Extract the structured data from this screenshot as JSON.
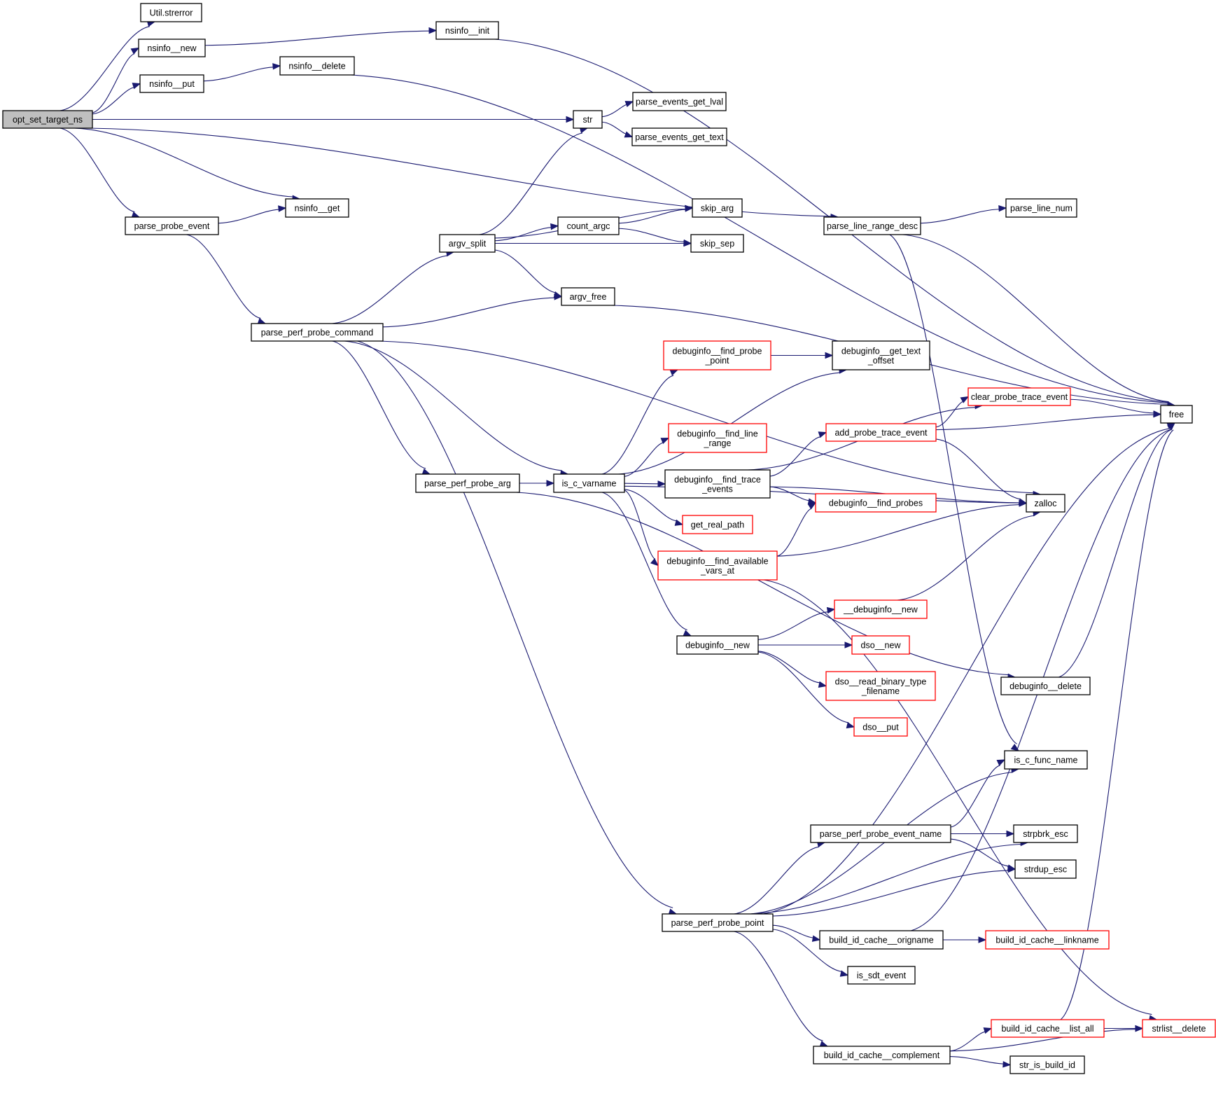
{
  "diagram": {
    "type": "call-graph",
    "edge_color": "#191970",
    "root_fill": "#bfbfbf",
    "highlight_border": "#ff0000",
    "nodes": [
      {
        "id": "opt_set_target_ns",
        "lines": [
          "opt_set_target_ns"
        ],
        "style": "root"
      },
      {
        "id": "Util_strerror",
        "lines": [
          "Util.strerror"
        ],
        "style": "normal"
      },
      {
        "id": "nsinfo__new",
        "lines": [
          "nsinfo__new"
        ],
        "style": "normal"
      },
      {
        "id": "nsinfo__put",
        "lines": [
          "nsinfo__put"
        ],
        "style": "normal"
      },
      {
        "id": "nsinfo__init",
        "lines": [
          "nsinfo__init"
        ],
        "style": "normal"
      },
      {
        "id": "nsinfo__delete",
        "lines": [
          "nsinfo__delete"
        ],
        "style": "normal"
      },
      {
        "id": "str",
        "lines": [
          "str"
        ],
        "style": "normal"
      },
      {
        "id": "parse_events_get_lval",
        "lines": [
          "parse_events_get_lval"
        ],
        "style": "normal"
      },
      {
        "id": "parse_events_get_text",
        "lines": [
          "parse_events_get_text"
        ],
        "style": "normal"
      },
      {
        "id": "nsinfo__get",
        "lines": [
          "nsinfo__get"
        ],
        "style": "normal"
      },
      {
        "id": "parse_probe_event",
        "lines": [
          "parse_probe_event"
        ],
        "style": "normal"
      },
      {
        "id": "skip_arg",
        "lines": [
          "skip_arg"
        ],
        "style": "normal"
      },
      {
        "id": "count_argc",
        "lines": [
          "count_argc"
        ],
        "style": "normal"
      },
      {
        "id": "skip_sep",
        "lines": [
          "skip_sep"
        ],
        "style": "normal"
      },
      {
        "id": "argv_split",
        "lines": [
          "argv_split"
        ],
        "style": "normal"
      },
      {
        "id": "argv_free",
        "lines": [
          "argv_free"
        ],
        "style": "normal"
      },
      {
        "id": "parse_line_range_desc",
        "lines": [
          "parse_line_range_desc"
        ],
        "style": "normal"
      },
      {
        "id": "parse_line_num",
        "lines": [
          "parse_line_num"
        ],
        "style": "normal"
      },
      {
        "id": "parse_perf_probe_command",
        "lines": [
          "parse_perf_probe_command"
        ],
        "style": "normal"
      },
      {
        "id": "debuginfo__find_probe_point",
        "lines": [
          "debuginfo__find_probe",
          "_point"
        ],
        "style": "red"
      },
      {
        "id": "debuginfo__get_text_offset",
        "lines": [
          "debuginfo__get_text",
          "_offset"
        ],
        "style": "normal"
      },
      {
        "id": "clear_probe_trace_event",
        "lines": [
          "clear_probe_trace_event"
        ],
        "style": "red"
      },
      {
        "id": "free",
        "lines": [
          "free"
        ],
        "style": "normal"
      },
      {
        "id": "add_probe_trace_event",
        "lines": [
          "add_probe_trace_event"
        ],
        "style": "red"
      },
      {
        "id": "debuginfo__find_line_range",
        "lines": [
          "debuginfo__find_line",
          "_range"
        ],
        "style": "red"
      },
      {
        "id": "parse_perf_probe_arg",
        "lines": [
          "parse_perf_probe_arg"
        ],
        "style": "normal"
      },
      {
        "id": "is_c_varname",
        "lines": [
          "is_c_varname"
        ],
        "style": "normal"
      },
      {
        "id": "debuginfo__find_trace_events",
        "lines": [
          "debuginfo__find_trace",
          "_events"
        ],
        "style": "normal"
      },
      {
        "id": "zalloc",
        "lines": [
          "zalloc"
        ],
        "style": "normal"
      },
      {
        "id": "debuginfo__find_probes",
        "lines": [
          "debuginfo__find_probes"
        ],
        "style": "red"
      },
      {
        "id": "get_real_path",
        "lines": [
          "get_real_path"
        ],
        "style": "red"
      },
      {
        "id": "debuginfo__find_available_vars_at",
        "lines": [
          "debuginfo__find_available",
          "_vars_at"
        ],
        "style": "red"
      },
      {
        "id": "__debuginfo__new",
        "lines": [
          "__debuginfo__new"
        ],
        "style": "red"
      },
      {
        "id": "debuginfo__new",
        "lines": [
          "debuginfo__new"
        ],
        "style": "normal"
      },
      {
        "id": "dso__new",
        "lines": [
          "dso__new"
        ],
        "style": "red"
      },
      {
        "id": "dso__read_binary_type_filename",
        "lines": [
          "dso__read_binary_type",
          "_filename"
        ],
        "style": "red"
      },
      {
        "id": "dso__put",
        "lines": [
          "dso__put"
        ],
        "style": "red"
      },
      {
        "id": "debuginfo__delete",
        "lines": [
          "debuginfo__delete"
        ],
        "style": "normal"
      },
      {
        "id": "is_c_func_name",
        "lines": [
          "is_c_func_name"
        ],
        "style": "normal"
      },
      {
        "id": "parse_perf_probe_event_name",
        "lines": [
          "parse_perf_probe_event_name"
        ],
        "style": "normal"
      },
      {
        "id": "strpbrk_esc",
        "lines": [
          "strpbrk_esc"
        ],
        "style": "normal"
      },
      {
        "id": "strdup_esc",
        "lines": [
          "strdup_esc"
        ],
        "style": "normal"
      },
      {
        "id": "parse_perf_probe_point",
        "lines": [
          "parse_perf_probe_point"
        ],
        "style": "normal"
      },
      {
        "id": "build_id_cache__origname",
        "lines": [
          "build_id_cache__origname"
        ],
        "style": "normal"
      },
      {
        "id": "build_id_cache__linkname",
        "lines": [
          "build_id_cache__linkname"
        ],
        "style": "red"
      },
      {
        "id": "is_sdt_event",
        "lines": [
          "is_sdt_event"
        ],
        "style": "normal"
      },
      {
        "id": "build_id_cache__list_all",
        "lines": [
          "build_id_cache__list_all"
        ],
        "style": "red"
      },
      {
        "id": "strlist__delete",
        "lines": [
          "strlist__delete"
        ],
        "style": "red"
      },
      {
        "id": "build_id_cache__complement",
        "lines": [
          "build_id_cache__complement"
        ],
        "style": "normal"
      },
      {
        "id": "str_is_build_id",
        "lines": [
          "str_is_build_id"
        ],
        "style": "normal"
      }
    ],
    "edges": [
      [
        "opt_set_target_ns",
        "Util_strerror"
      ],
      [
        "opt_set_target_ns",
        "nsinfo__new"
      ],
      [
        "opt_set_target_ns",
        "nsinfo__put"
      ],
      [
        "opt_set_target_ns",
        "str"
      ],
      [
        "opt_set_target_ns",
        "parse_line_range_desc"
      ],
      [
        "opt_set_target_ns",
        "nsinfo__get"
      ],
      [
        "opt_set_target_ns",
        "parse_probe_event"
      ],
      [
        "nsinfo__new",
        "nsinfo__init"
      ],
      [
        "nsinfo__put",
        "nsinfo__delete"
      ],
      [
        "nsinfo__init",
        "free"
      ],
      [
        "nsinfo__delete",
        "free"
      ],
      [
        "str",
        "parse_events_get_lval"
      ],
      [
        "str",
        "parse_events_get_text"
      ],
      [
        "parse_probe_event",
        "nsinfo__get"
      ],
      [
        "parse_probe_event",
        "parse_perf_probe_command"
      ],
      [
        "parse_perf_probe_command",
        "argv_split"
      ],
      [
        "parse_perf_probe_command",
        "argv_free"
      ],
      [
        "parse_perf_probe_command",
        "zalloc"
      ],
      [
        "parse_perf_probe_command",
        "is_c_varname"
      ],
      [
        "parse_perf_probe_command",
        "parse_perf_probe_arg"
      ],
      [
        "parse_perf_probe_command",
        "parse_perf_probe_point"
      ],
      [
        "argv_split",
        "str"
      ],
      [
        "argv_split",
        "skip_arg"
      ],
      [
        "argv_split",
        "count_argc"
      ],
      [
        "argv_split",
        "skip_sep"
      ],
      [
        "argv_split",
        "argv_free"
      ],
      [
        "count_argc",
        "skip_arg"
      ],
      [
        "count_argc",
        "skip_sep"
      ],
      [
        "argv_free",
        "free"
      ],
      [
        "parse_line_range_desc",
        "parse_line_num"
      ],
      [
        "parse_line_range_desc",
        "free"
      ],
      [
        "parse_line_range_desc",
        "is_c_func_name"
      ],
      [
        "parse_perf_probe_arg",
        "is_c_varname"
      ],
      [
        "parse_perf_probe_arg",
        "debuginfo__delete"
      ],
      [
        "is_c_varname",
        "debuginfo__find_probe_point"
      ],
      [
        "is_c_varname",
        "debuginfo__get_text_offset"
      ],
      [
        "is_c_varname",
        "debuginfo__find_line_range"
      ],
      [
        "is_c_varname",
        "debuginfo__find_trace_events"
      ],
      [
        "is_c_varname",
        "get_real_path"
      ],
      [
        "is_c_varname",
        "debuginfo__find_available_vars_at"
      ],
      [
        "is_c_varname",
        "debuginfo__new"
      ],
      [
        "is_c_varname",
        "zalloc"
      ],
      [
        "debuginfo__find_probe_point",
        "debuginfo__get_text_offset"
      ],
      [
        "debuginfo__find_trace_events",
        "clear_probe_trace_event"
      ],
      [
        "debuginfo__find_trace_events",
        "add_probe_trace_event"
      ],
      [
        "debuginfo__find_trace_events",
        "zalloc"
      ],
      [
        "debuginfo__find_trace_events",
        "debuginfo__find_probes"
      ],
      [
        "add_probe_trace_event",
        "clear_probe_trace_event"
      ],
      [
        "add_probe_trace_event",
        "free"
      ],
      [
        "add_probe_trace_event",
        "zalloc"
      ],
      [
        "clear_probe_trace_event",
        "free"
      ],
      [
        "debuginfo__find_available_vars_at",
        "debuginfo__find_probes"
      ],
      [
        "debuginfo__find_available_vars_at",
        "zalloc"
      ],
      [
        "debuginfo__find_available_vars_at",
        "strlist__delete"
      ],
      [
        "debuginfo__new",
        "__debuginfo__new"
      ],
      [
        "debuginfo__new",
        "dso__new"
      ],
      [
        "debuginfo__new",
        "dso__read_binary_type_filename"
      ],
      [
        "debuginfo__new",
        "dso__put"
      ],
      [
        "__debuginfo__new",
        "zalloc"
      ],
      [
        "debuginfo__delete",
        "free"
      ],
      [
        "parse_perf_probe_point",
        "parse_perf_probe_event_name"
      ],
      [
        "parse_perf_probe_point",
        "strpbrk_esc"
      ],
      [
        "parse_perf_probe_point",
        "strdup_esc"
      ],
      [
        "parse_perf_probe_point",
        "build_id_cache__origname"
      ],
      [
        "parse_perf_probe_point",
        "is_sdt_event"
      ],
      [
        "parse_perf_probe_point",
        "free"
      ],
      [
        "parse_perf_probe_point",
        "build_id_cache__complement"
      ],
      [
        "parse_perf_probe_point",
        "is_c_func_name"
      ],
      [
        "parse_perf_probe_event_name",
        "strpbrk_esc"
      ],
      [
        "parse_perf_probe_event_name",
        "strdup_esc"
      ],
      [
        "parse_perf_probe_event_name",
        "is_c_func_name"
      ],
      [
        "build_id_cache__origname",
        "build_id_cache__linkname"
      ],
      [
        "build_id_cache__origname",
        "free"
      ],
      [
        "build_id_cache__list_all",
        "strlist__delete"
      ],
      [
        "build_id_cache__list_all",
        "free"
      ],
      [
        "build_id_cache__complement",
        "build_id_cache__list_all"
      ],
      [
        "build_id_cache__complement",
        "str_is_build_id"
      ],
      [
        "build_id_cache__complement",
        "strlist__delete"
      ]
    ]
  }
}
